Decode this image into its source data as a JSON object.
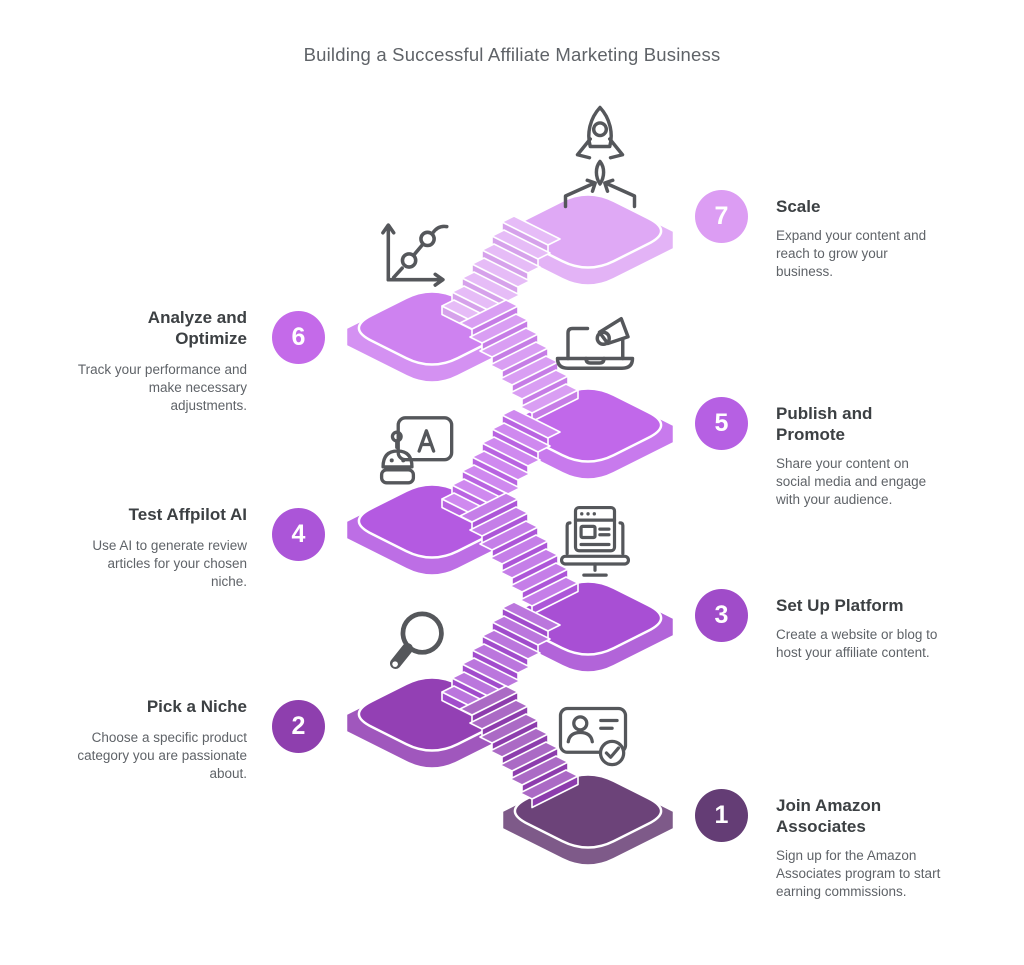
{
  "title": "Building a Successful Affiliate Marketing Business",
  "palette": {
    "title_text": "#5f6368",
    "heading_text": "#3c4043",
    "body_text": "#5f6368",
    "badge_number_text": "#ffffff",
    "icon_stroke": "#55575b",
    "edge_highlight": "#ffffff"
  },
  "steps": [
    {
      "number": "1",
      "title": "Join Amazon Associates",
      "description": "Sign up for the Amazon Associates program to start earning commissions.",
      "icon": "id-card-icon",
      "side": "right",
      "badge_color": "#643d75",
      "platform_color": "#6c4379"
    },
    {
      "number": "2",
      "title": "Pick a Niche",
      "description": "Choose a specific product category you are passionate about.",
      "icon": "magnifier-icon",
      "side": "left",
      "badge_color": "#8e3fae",
      "platform_color": "#9340b4"
    },
    {
      "number": "3",
      "title": "Set Up Platform",
      "description": "Create a website or blog to host your affiliate content.",
      "icon": "website-monitor-icon",
      "side": "right",
      "badge_color": "#a04cc9",
      "platform_color": "#a84fd4"
    },
    {
      "number": "4",
      "title": "Test Affpilot AI",
      "description": "Use AI to generate review articles for your chosen niche.",
      "icon": "ai-robot-icon",
      "side": "left",
      "badge_color": "#ab55d8",
      "platform_color": "#b45ae1"
    },
    {
      "number": "5",
      "title": "Publish and Promote",
      "description": "Share your content on social media and engage with your audience.",
      "icon": "laptop-megaphone-icon",
      "side": "right",
      "badge_color": "#b660e3",
      "platform_color": "#c168ea"
    },
    {
      "number": "6",
      "title": "Analyze and Optimize",
      "description": "Track your performance and make necessary adjustments.",
      "icon": "growth-chart-icon",
      "side": "left",
      "badge_color": "#c46ae9",
      "platform_color": "#ce82f0"
    },
    {
      "number": "7",
      "title": "Scale",
      "description": "Expand your content and reach to grow your business.",
      "icon": "rocket-launch-icon",
      "side": "right",
      "badge_color": "#dc9df3",
      "platform_color": "#dfa9f5"
    }
  ]
}
